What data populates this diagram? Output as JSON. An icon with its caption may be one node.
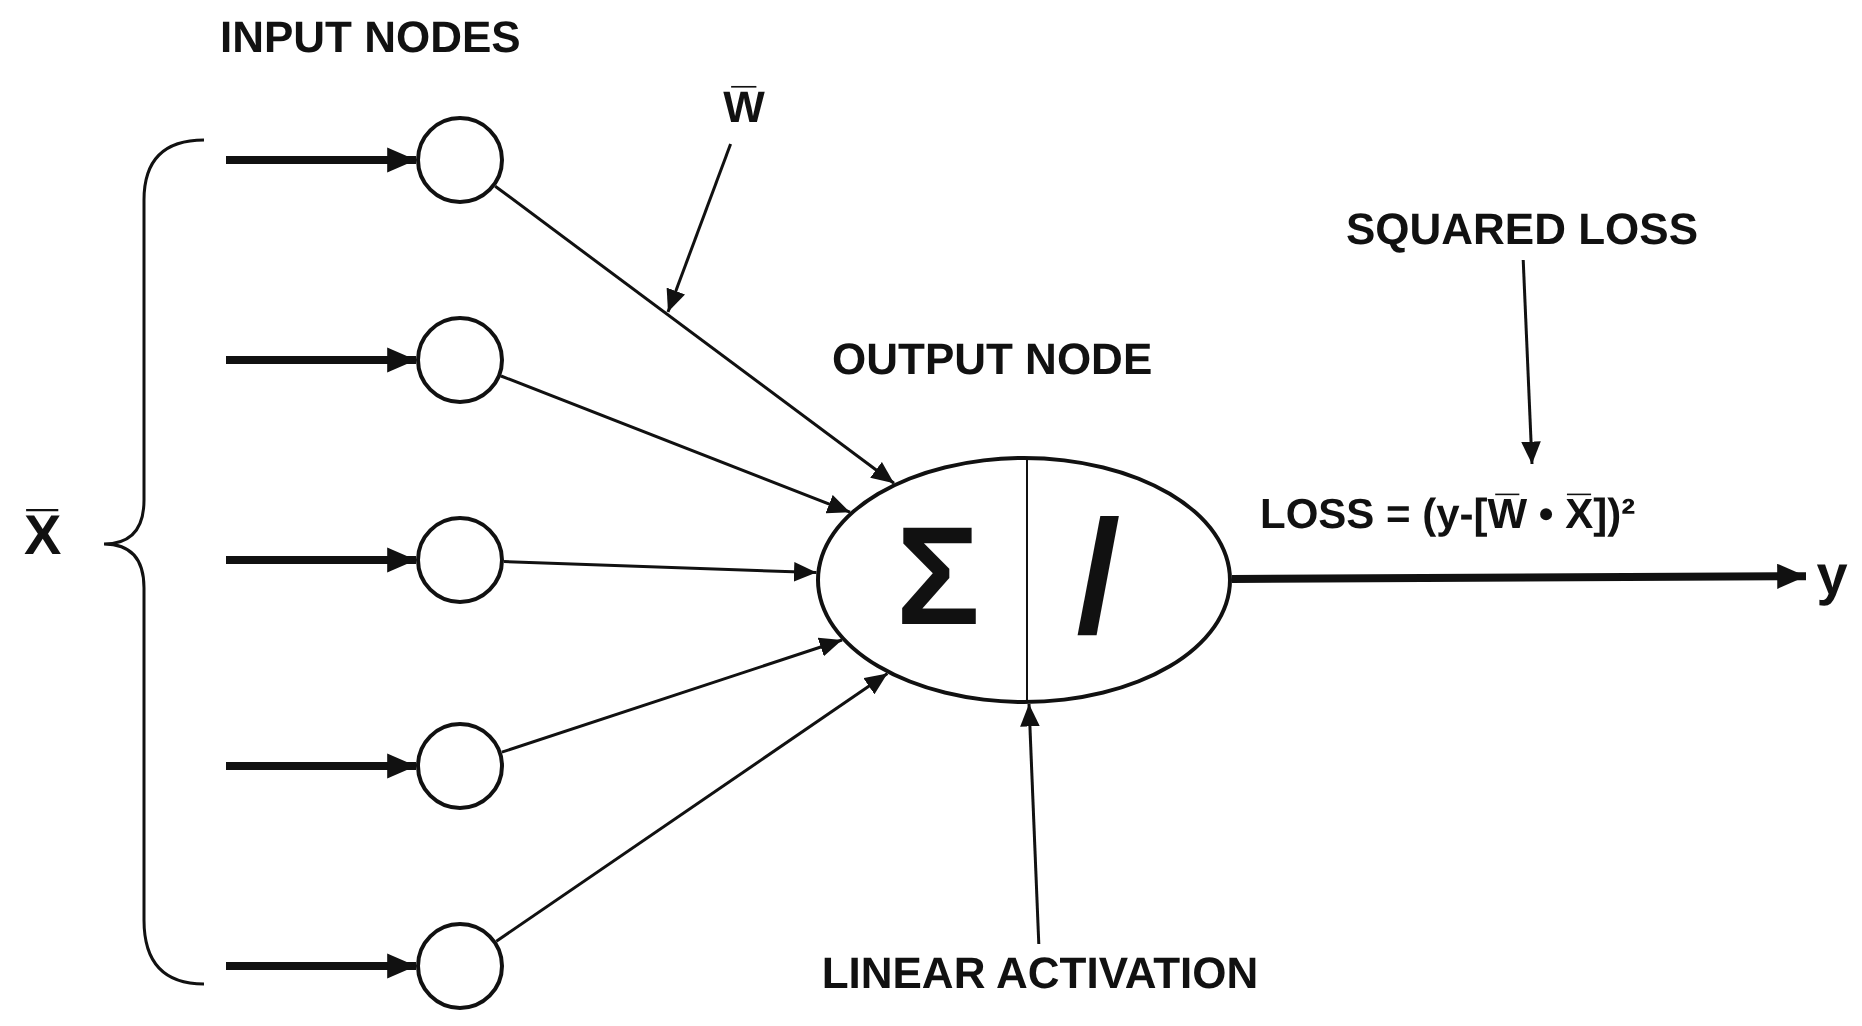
{
  "diagram": {
    "nodes": [
      {
        "text": [],
        "shape": "circle"
      },
      {
        "text": [],
        "shape": "circle"
      },
      {
        "text": [],
        "shape": "circle"
      },
      {
        "text": [],
        "shape": "circle"
      },
      {
        "text": [],
        "shape": "circle"
      },
      {
        "text": [
          "OUTPUT NODE",
          "Σ",
          "/"
        ]
      },
      {
        "text": [
          "y"
        ]
      },
      {
        "text": [
          "LINEAR ACTIVATION"
        ]
      },
      {
        "text": [
          "SQUARED LOSS"
        ]
      },
      {
        "text": [
          "W̅"
        ]
      }
    ],
    "edges": [
      {
        "from": null,
        "to": 0,
        "arrow": "to",
        "style": "thick"
      },
      {
        "from": null,
        "to": 1,
        "arrow": "to",
        "style": "thick"
      },
      {
        "from": null,
        "to": 2,
        "arrow": "to",
        "style": "thick"
      },
      {
        "from": null,
        "to": 3,
        "arrow": "to",
        "style": "thick"
      },
      {
        "from": null,
        "to": 4,
        "arrow": "to",
        "style": "thick"
      },
      {
        "from": 0,
        "to": 5,
        "arrow": "to"
      },
      {
        "from": 1,
        "to": 5,
        "arrow": "to"
      },
      {
        "from": 2,
        "to": 5,
        "arrow": "to"
      },
      {
        "from": 3,
        "to": 5,
        "arrow": "to"
      },
      {
        "from": 4,
        "to": 5,
        "arrow": "to"
      },
      {
        "from": 5,
        "to": 6,
        "arrow": "to",
        "style": "thick",
        "label": "LOSS = (y-[W̅ • X̅])²"
      },
      {
        "from": 7,
        "to": 5,
        "arrow": "to"
      },
      {
        "from": 8,
        "to": null,
        "arrow": "to"
      },
      {
        "from": 9,
        "to": null,
        "arrow": "to"
      }
    ],
    "labels": [
      "INPUT NODES",
      "X̅"
    ]
  }
}
